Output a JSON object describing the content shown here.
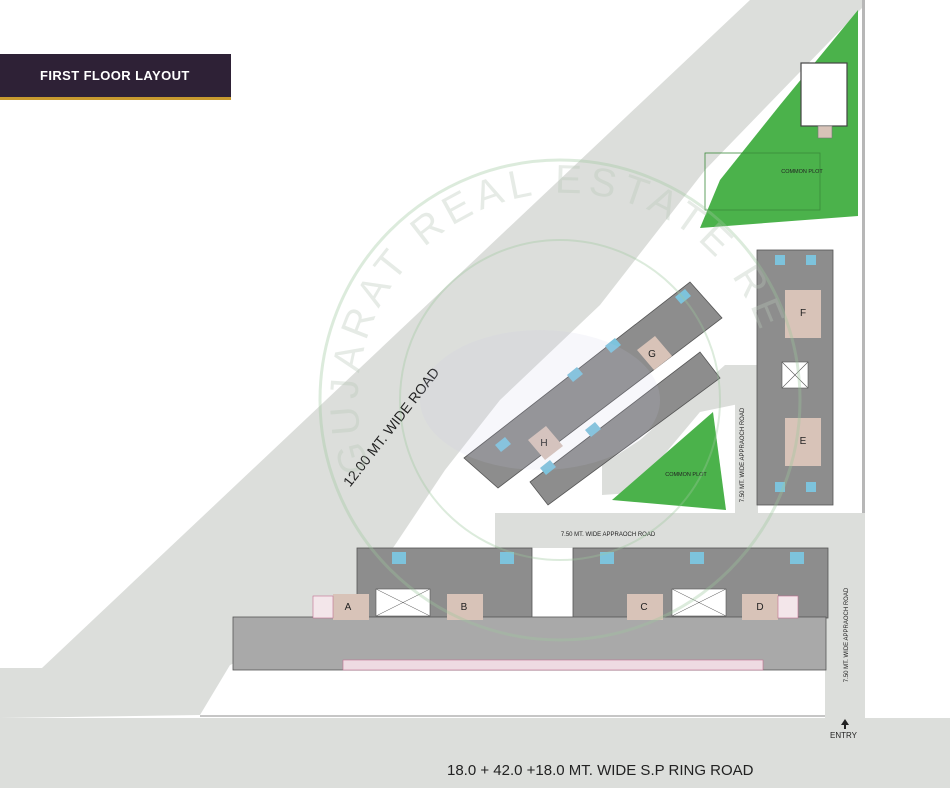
{
  "title": "FIRST FLOOR LAYOUT",
  "roads": {
    "main_road": "12.00 MT. WIDE ROAD",
    "ring_road": "18.0 + 42.0 +18.0 MT. WIDE S.P RING ROAD",
    "approach_road_h": "7.50 MT. WIDE APPRAOCH ROAD",
    "approach_road_v1": "7.50 MT. WIDE APPRAOCH ROAD",
    "approach_road_v2": "7.50 MT. WIDE APPRAOCH ROAD"
  },
  "plots": {
    "common_plot_top": "COMMON PLOT",
    "common_plot_center": "COMMON PLOT"
  },
  "entry": "ENTRY",
  "watermark": "GUJARAT REAL ESTATE REGULATORY AUTHORITY",
  "towers": [
    "A",
    "B",
    "C",
    "D",
    "E",
    "F",
    "G",
    "H"
  ],
  "colors": {
    "road": "#dcdedb",
    "green": "#4bb24b",
    "banner": "#2e2136",
    "accent": "#c79a2f",
    "building": "#8d8d8d",
    "core": "#d8c3b8",
    "blue": "#7dc3dc"
  }
}
